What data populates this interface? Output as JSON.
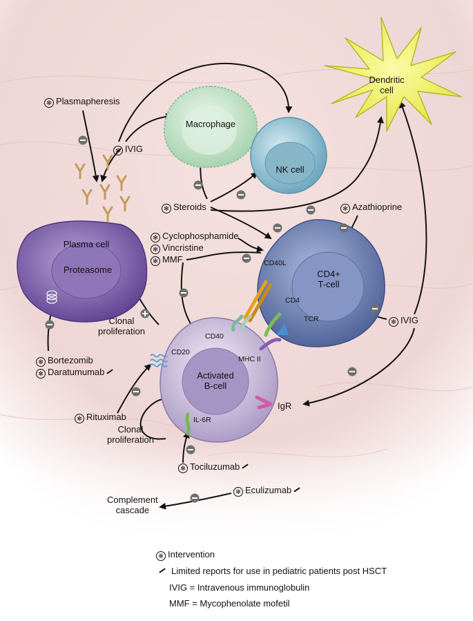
{
  "cells": {
    "dendritic": "Dendritic\ncell",
    "macrophage": "Macrophage",
    "nk": "NK cell",
    "plasma": "Plasma cell",
    "proteasome": "Proteasome",
    "tcell": "CD4+\nT-cell",
    "bcell": "Activated\nB-cell"
  },
  "receptors": {
    "cd40l": "CD40L",
    "cd4": "CD4",
    "tcr": "TCR",
    "cd40": "CD40",
    "mhc2": "MHC II",
    "cd20": "CD20",
    "il6r": "IL-6R",
    "igr": "IgR"
  },
  "interventions": {
    "plasmapheresis": "Plasmapheresis",
    "ivig_top": "IVIG",
    "steroids": "Steroids",
    "azathioprine": "Azathioprine",
    "cyclophosphamide": "Cyclophosphamide",
    "vincristine": "Vincristine",
    "mmf": "MMF",
    "ivig_right": "IVIG",
    "bortezomib": "Bortezomib",
    "daratumumab": "Daratumumab",
    "rituximab": "Rituximab",
    "tocilizumab": "Tociluzumab",
    "eculizumab": "Eculizumab"
  },
  "processes": {
    "clonal1": "Clonal\nproliferation",
    "clonal2": "Clonal\nproliferation",
    "complement": "Complement\ncascade"
  },
  "legend": {
    "intervention": "Intervention",
    "limited": "Limited reports for use in pediatric patients post HSCT",
    "ivig_def": "IVIG = Intravenous immunoglobulin",
    "mmf_def": "MMF = Mycophenolate mofetil"
  },
  "symbols": {
    "star": "✻",
    "minus": "−",
    "plus": "+"
  },
  "colors": {
    "background": "#f1dcdb",
    "dendritic": "#eef05a",
    "macrophage": "#cfe6d2",
    "nk": "#9cc6d6",
    "plasma": "#8a6fb3",
    "tcell": "#6f84b8",
    "bcell": "#d9cfe6",
    "badge": "#6f6f6f"
  }
}
